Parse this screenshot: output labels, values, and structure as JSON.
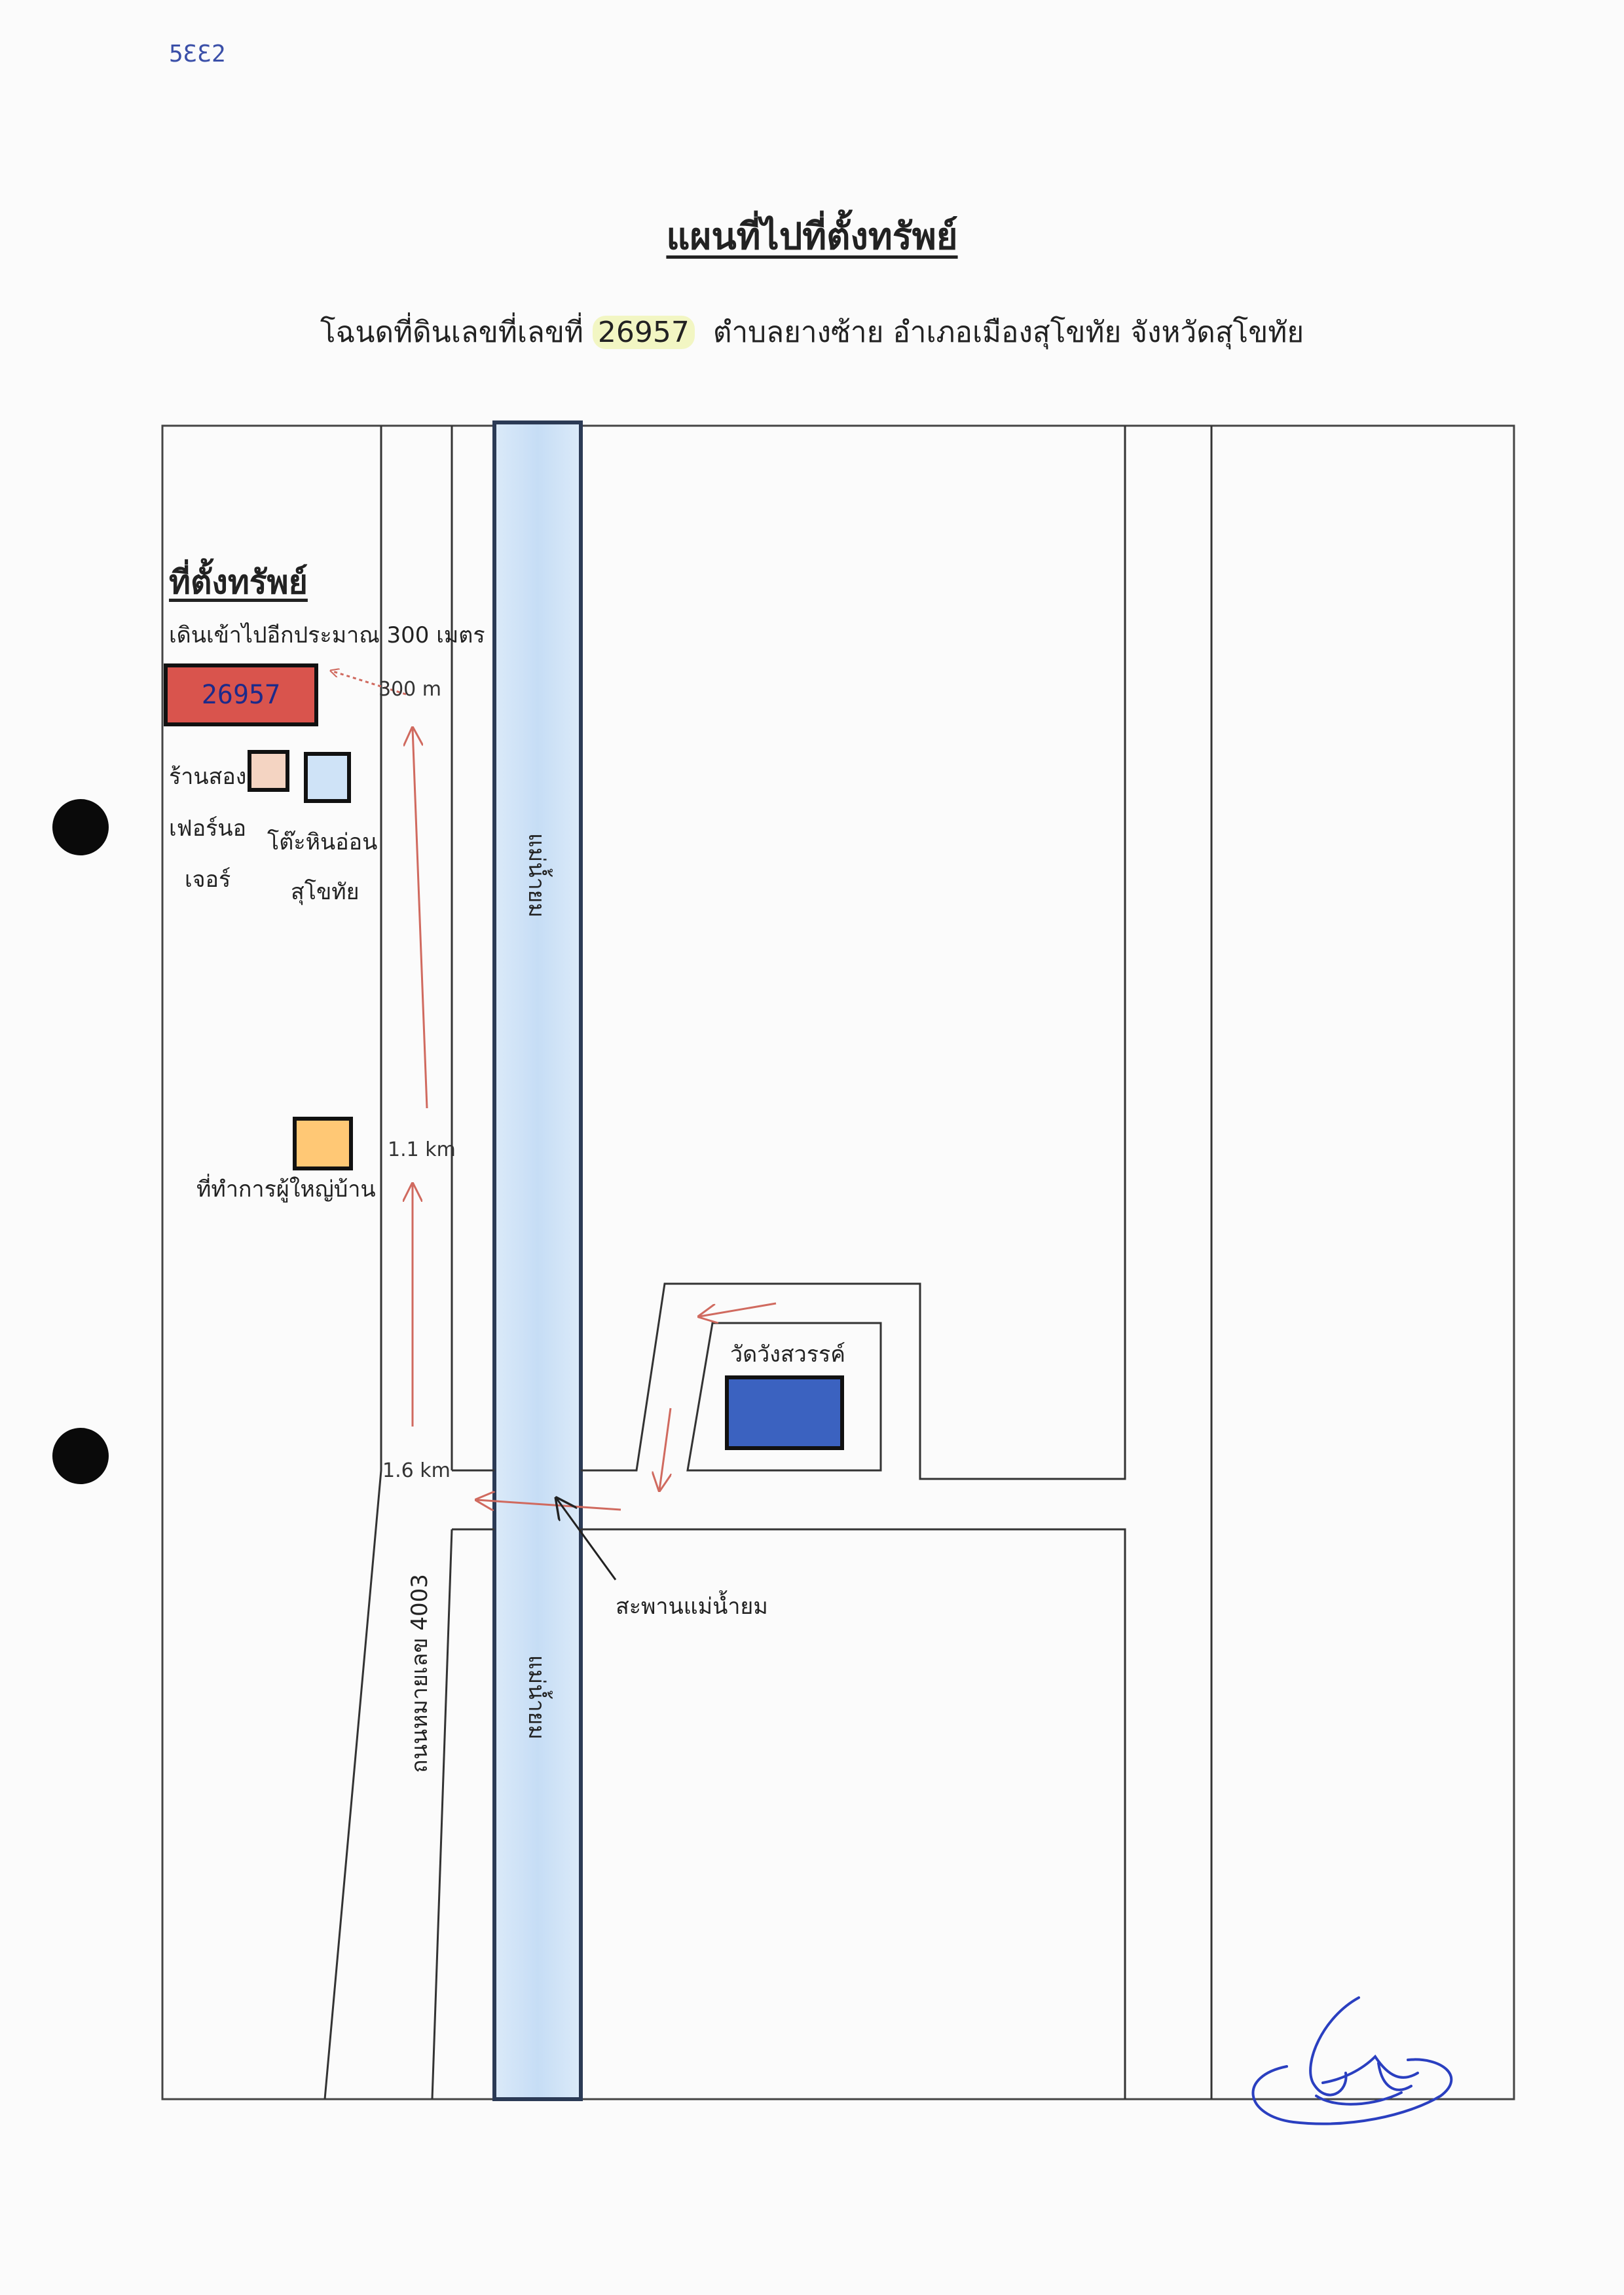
{
  "document": {
    "corner_note": "5ƐƐ2",
    "title": "แผนที่ไปที่ตั้งทรัพย์",
    "subtitle_prefix": "โฉนดที่ดินเลขที่เลขที่",
    "deed_number": "26957",
    "subtitle_suffix": "ตำบลยางซ้าย อำเภอเมืองสุโขทัย จังหวัดสุโขทัย"
  },
  "legend": {
    "heading": "ที่ตั้งทรัพย์",
    "walk_note": "เดินเข้าไปอีกประมาณ 300 เมตร",
    "parcel_label": "26957"
  },
  "places": {
    "shop_line1": "ร้านสอง",
    "shop_line2": "เฟอร์นอ",
    "shop_line3": "เจอร์",
    "table_line1": "โต๊ะหินอ่อน",
    "table_line2": "สุโขทัย",
    "village_head_office": "ที่ทำการผู้ใหญ่บ้าน",
    "temple": "วัดวังสวรรค์",
    "bridge": "สะพานแม่น้ำยม"
  },
  "roads": {
    "river_label_top": "แม่น้ำยม",
    "river_label_bottom": "แม่น้ำยม",
    "highway": "ถนนหมายเลข 4003"
  },
  "distances": {
    "d1": "300 m",
    "d2": "1.1 km",
    "d3": "1.6 km"
  },
  "colors": {
    "river_fill": "#cfe3f7",
    "river_border": "#2b3a55",
    "parcel": "#d9544d",
    "shop": "#f4d4c2",
    "table": "#cfe3f7",
    "village_office": "#ffc875",
    "temple": "#3b62c0",
    "arrow": "#d06a5f",
    "signature": "#2a3fc0"
  }
}
